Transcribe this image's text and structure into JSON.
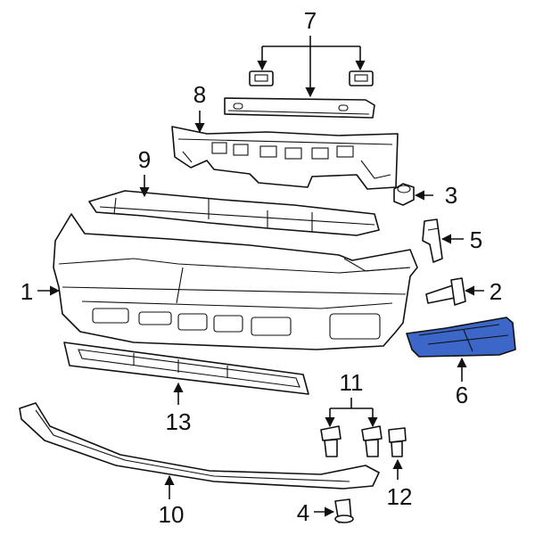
{
  "diagram": {
    "highlight_color": "#3d66c9",
    "outline_color": "#111111",
    "background_color": "#ffffff",
    "highlighted_part": "6",
    "callouts": {
      "c1": "1",
      "c2": "2",
      "c3": "3",
      "c4": "4",
      "c5": "5",
      "c6": "6",
      "c7": "7",
      "c8": "8",
      "c9": "9",
      "c10": "10",
      "c11": "11",
      "c12": "12",
      "c13": "13"
    }
  }
}
